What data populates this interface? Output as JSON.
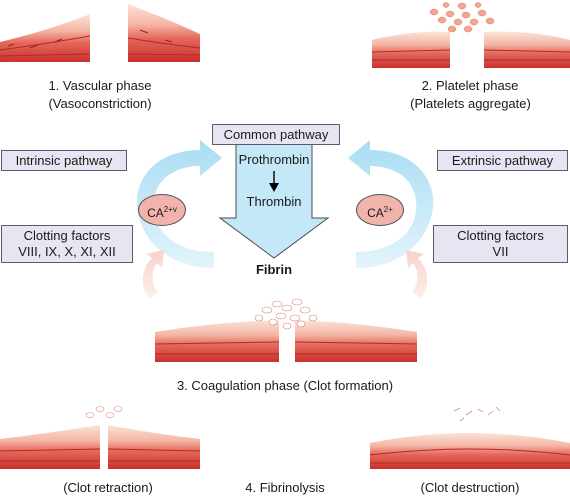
{
  "phases": {
    "vascular": {
      "line1": "1. Vascular phase",
      "line2": "(Vasoconstriction)"
    },
    "platelet": {
      "line1": "2. Platelet phase",
      "line2": "(Platelets aggregate)"
    },
    "coagulation": {
      "label": "3. Coagulation phase (Clot formation)"
    },
    "fibrinolysis": {
      "label": "4. Fibrinolysis",
      "left": "(Clot retraction)",
      "right": "(Clot destruction)"
    }
  },
  "pathways": {
    "common": "Common pathway",
    "intrinsic": "Intrinsic pathway",
    "extrinsic": "Extrinsic pathway",
    "intrinsic_factors_line1": "Clotting factors",
    "intrinsic_factors_line2": "VIII, IX, X, XI, XII",
    "extrinsic_factors_line1": "Clotting factors",
    "extrinsic_factors_line2": "VII"
  },
  "cascade": {
    "prothrombin": "Prothrombin",
    "thrombin": "Thrombin",
    "fibrin": "Fibrin"
  },
  "calcium": {
    "left_base": "CA",
    "left_sup": "2+v",
    "right_base": "CA",
    "right_sup": "2+"
  },
  "colors": {
    "tissue_dark": "#d9403a",
    "tissue_light": "#f4b6a6",
    "arrow_blue": "#bfe6f7",
    "box_fill": "#e6e6f2",
    "ca_oval": "#f2b3ac"
  }
}
